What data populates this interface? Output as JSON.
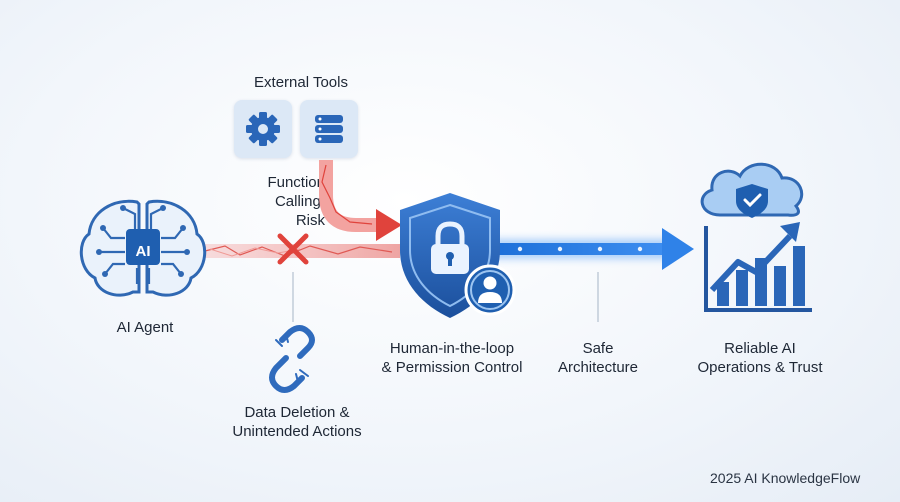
{
  "labels": {
    "external_tools": "External Tools",
    "function_calling": "Function\nCalling:\nRisk",
    "ai_agent": "AI Agent",
    "data_deletion": "Data Deletion &\nUnintended Actions",
    "human_loop": "Human-in-the-loop\n& Permission Control",
    "safe_architecture": "Safe\nArchitecture",
    "reliable_ai": "Reliable AI\nOperations & Trust",
    "ai_chip": "AI",
    "footer": "2025 AI KnowledgeFlow"
  },
  "colors": {
    "primary_blue": "#1f5fb0",
    "light_blue": "#3f8fe6",
    "risk_red": "#e0433c",
    "risk_pink": "#f3a8a6",
    "tool_bg": "#dce8f6"
  },
  "icons": {
    "brain": "brain-icon",
    "gear": "gear-icon",
    "database": "database-icon",
    "blocked": "x-mark-icon",
    "broken_link": "broken-link-icon",
    "shield": "shield-lock-icon",
    "user": "user-icon",
    "cloud": "cloud-shield-icon",
    "chart": "growth-chart-icon"
  }
}
